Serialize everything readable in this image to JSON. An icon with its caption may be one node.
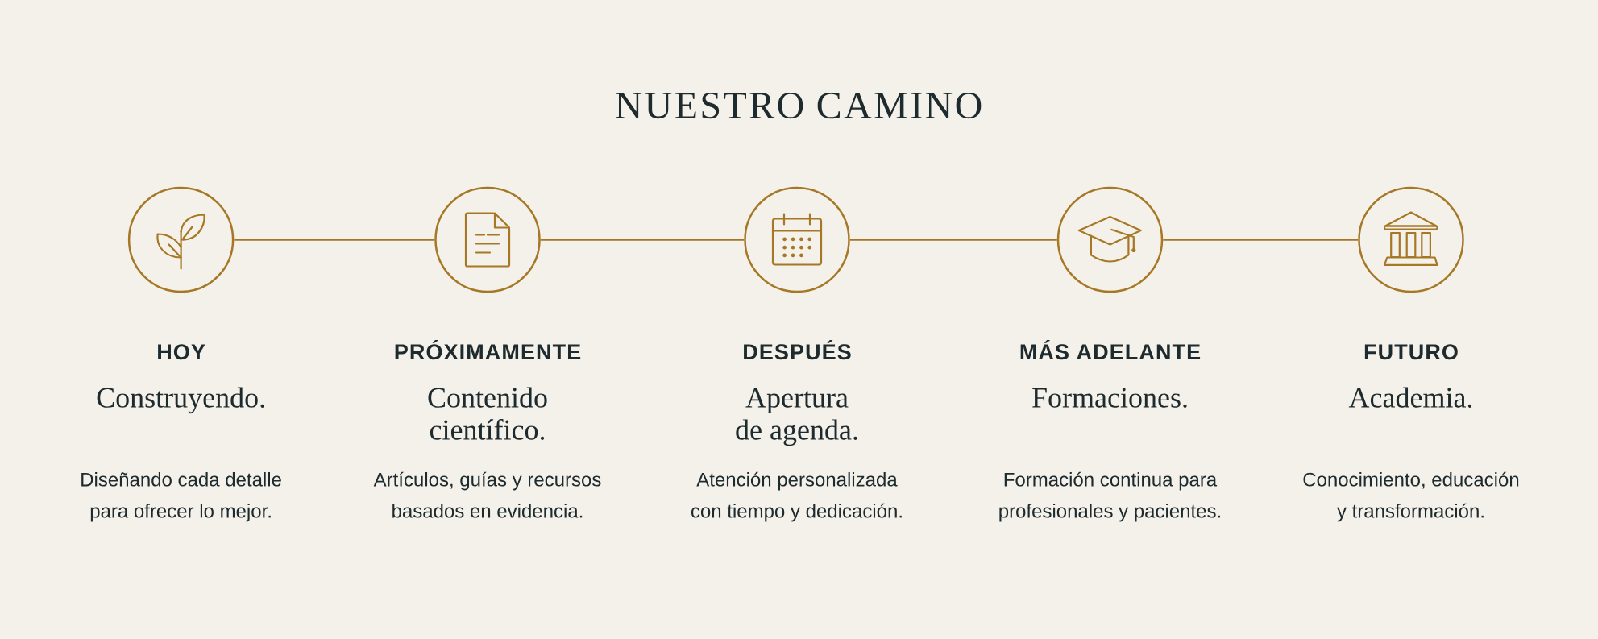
{
  "diagram": {
    "title": "NUESTRO CAMINO",
    "nodes": [
      {
        "text": [],
        "shape": "circle",
        "beside": [
          "HOY",
          "Construyendo.",
          "Diseñando cada detalle para ofrecer lo mejor."
        ]
      },
      {
        "text": [],
        "shape": "circle",
        "beside": [
          "PRÓXIMAMENTE",
          "Contenido científico.",
          "Artículos, guías y recursos basados en evidencia."
        ]
      },
      {
        "text": [],
        "shape": "circle",
        "beside": [
          "DESPUÉS",
          "Apertura de agenda.",
          "Atención personalizada con tiempo y dedicación."
        ]
      },
      {
        "text": [],
        "shape": "circle",
        "beside": [
          "MÁS ADELANTE",
          "Formaciones.",
          "Formación continua para profesionales y pacientes."
        ]
      },
      {
        "text": [],
        "shape": "circle",
        "beside": [
          "FUTURO",
          "Academia.",
          "Conocimiento, educación y transformación."
        ]
      }
    ],
    "edges": [
      {
        "from": 0,
        "to": 1,
        "arrow": "none"
      },
      {
        "from": 1,
        "to": 2,
        "arrow": "none"
      },
      {
        "from": 2,
        "to": 3,
        "arrow": "none"
      },
      {
        "from": 3,
        "to": 4,
        "arrow": "none"
      }
    ]
  }
}
